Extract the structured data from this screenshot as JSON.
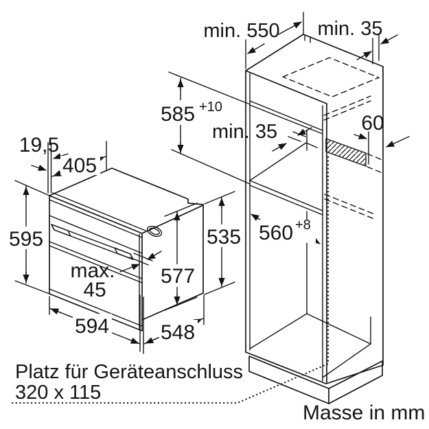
{
  "diagram": {
    "notes": {
      "connection_space_line1": "Platz für Geräteanschluss",
      "connection_space_line2": "320 x 115",
      "units_note": "Masse in mm"
    },
    "cabinet_dims": {
      "top_depth": "min. 550",
      "top_rear_gap": "min. 35",
      "niche_height": "585",
      "niche_height_tolerance": "+10",
      "rear_gap": "min. 35",
      "vent_cutout_height": "60",
      "niche_depth": "560",
      "niche_depth_tolerance": "+8"
    },
    "oven_dims": {
      "front_overhang": "19,5",
      "top_depth": "405",
      "front_height": "595",
      "handle_clearance_line1": "max.",
      "handle_clearance_line2": "45",
      "chassis_front_height": "577",
      "rear_height": "535",
      "width": "594",
      "depth": "548"
    }
  }
}
